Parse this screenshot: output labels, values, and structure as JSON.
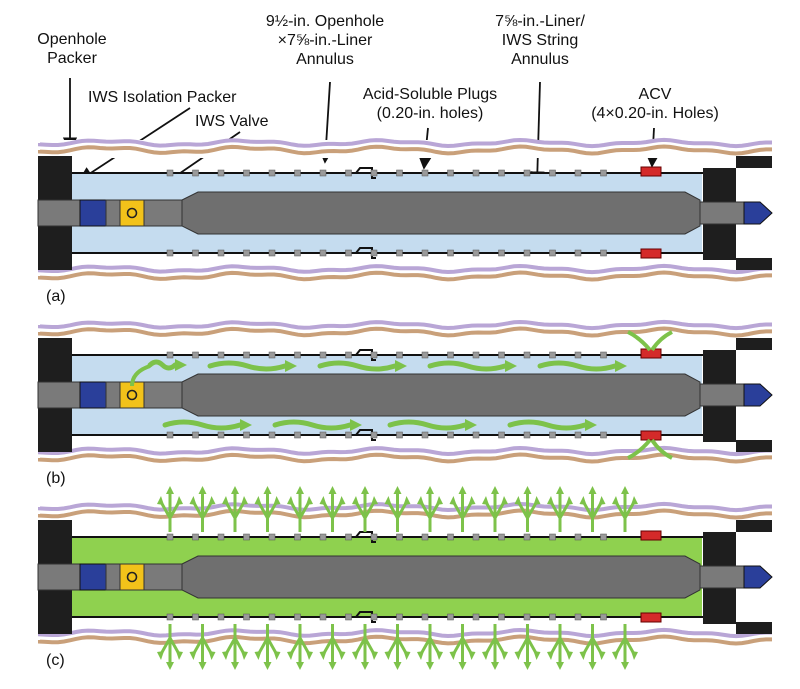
{
  "labels": {
    "openhole_packer": [
      "Openhole",
      "Packer"
    ],
    "openhole_annulus": [
      "9½-in. Openhole",
      "×7⅝-in.-Liner",
      "Annulus"
    ],
    "liner_annulus": [
      "7⅝-in.-Liner/",
      "IWS String",
      "Annulus"
    ],
    "isolation_packer": "IWS Isolation Packer",
    "iws_valve": "IWS Valve",
    "plugs": [
      "Acid-Soluble Plugs",
      "(0.20-in. holes)"
    ],
    "acv": [
      "ACV",
      "(4×0.20-in. Holes)"
    ]
  },
  "panels": [
    {
      "id": "a",
      "caption": "(a)"
    },
    {
      "id": "b",
      "caption": "(b)"
    },
    {
      "id": "c",
      "caption": "(c)"
    }
  ],
  "colors": {
    "formation_purple": "#b9a6d6",
    "formation_tan": "#c9a07a",
    "annulus_blue": "#c5dcef",
    "acid_green": "#8fd14f",
    "arrow_green": "#7dc24a",
    "string_gray": "#7a7a7a",
    "packer_black": "#1e1e1e",
    "valve_yellow": "#f2c21a",
    "sub_blue": "#2a3f9a",
    "acv_red": "#d42a2a"
  }
}
